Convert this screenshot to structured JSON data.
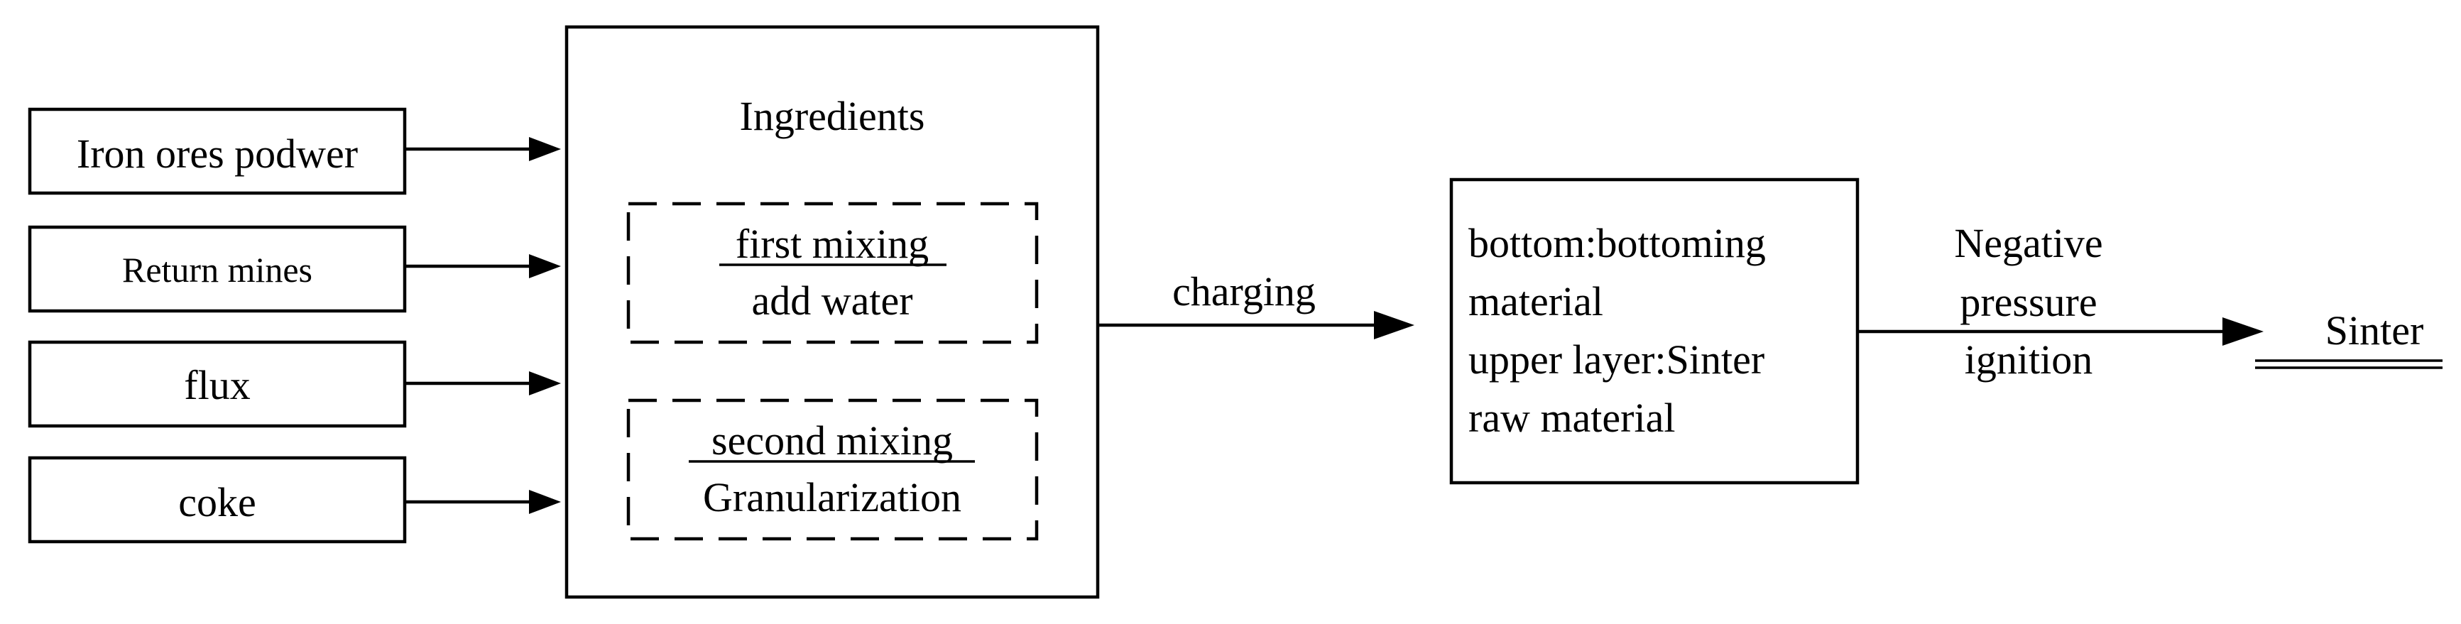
{
  "inputs": [
    {
      "label": "Iron ores podwer"
    },
    {
      "label": "Return mines"
    },
    {
      "label": "flux"
    },
    {
      "label": "coke"
    }
  ],
  "ingredients": {
    "title": "Ingredients",
    "first_mixing": {
      "title": "first mixing",
      "subtitle": "add water"
    },
    "second_mixing": {
      "title": "second mixing",
      "subtitle": "Granularization"
    }
  },
  "charging_label": "charging",
  "layers": {
    "line1": "bottom:bottoming",
    "line2": "material",
    "line3": "upper layer:Sinter",
    "line4": "raw material"
  },
  "ignition_label": {
    "line1": "Negative",
    "line2": "pressure",
    "line3": "ignition"
  },
  "output_label": "Sinter"
}
